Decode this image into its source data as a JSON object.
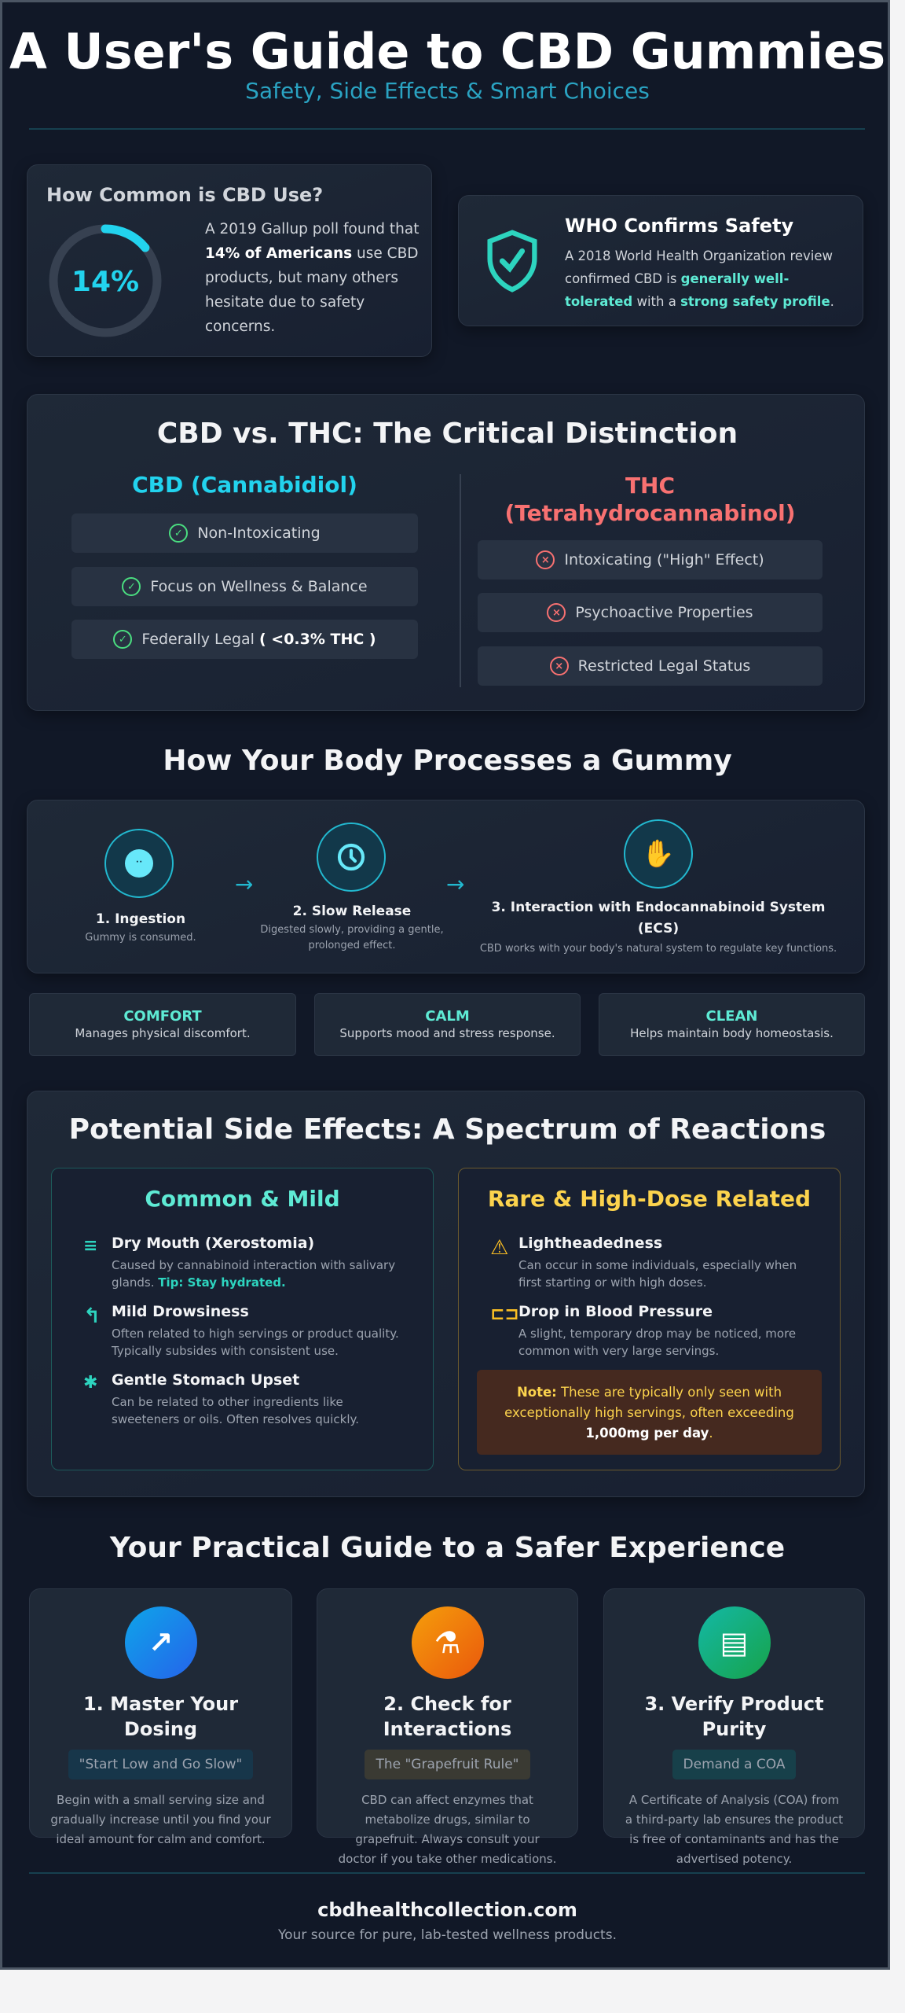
{
  "header": {
    "title": "A User's Guide to CBD Gummies",
    "subtitle": "Safety, Side Effects & Smart Choices"
  },
  "usage": {
    "heading": "How Common is CBD Use?",
    "percent": 14,
    "percent_label": "14%",
    "text_pre": "A 2019 Gallup poll found that ",
    "text_bold": "14% of Americans",
    "text_post": " use CBD products, but many others hesitate due to safety concerns."
  },
  "who": {
    "icon": "shield-check-icon",
    "heading": "WHO Confirms Safety",
    "text_pre": "A 2018 World Health Organization review confirmed CBD is ",
    "hl1": "generally well-tolerated",
    "text_mid": " with a ",
    "hl2": "strong safety profile",
    "text_post": "."
  },
  "compare": {
    "title": "CBD vs. THC: The Critical Distinction",
    "cbd": {
      "heading": "CBD (Cannabidiol)",
      "items": [
        "Non-Intoxicating",
        "Focus on Wellness & Balance",
        "Federally Legal"
      ],
      "legal_note": "( <0.3% THC )"
    },
    "thc": {
      "heading_line1": "THC",
      "heading_line2": "(Tetrahydrocannabinol)",
      "items": [
        "Intoxicating (\"High\" Effect)",
        "Psychoactive Properties",
        "Restricted Legal Status"
      ]
    }
  },
  "process": {
    "title": "How Your Body Processes a Gummy",
    "steps": [
      {
        "icon": "gummy-face-icon",
        "label": "1. Ingestion",
        "desc": "Gummy is consumed."
      },
      {
        "icon": "clock-icon",
        "label": "2. Slow Release",
        "desc": "Digested slowly, providing a gentle, prolonged effect."
      },
      {
        "icon": "hand-icon",
        "label": "3. Interaction with Endocannabinoid System (ECS)",
        "desc": "CBD works with your body's natural system to regulate key functions."
      }
    ],
    "benefits": [
      {
        "title": "COMFORT",
        "desc": "Manages physical discomfort."
      },
      {
        "title": "CALM",
        "desc": "Supports mood and stress response."
      },
      {
        "title": "CLEAN",
        "desc": "Helps maintain body homeostasis."
      }
    ]
  },
  "side_effects": {
    "title": "Potential Side Effects: A Spectrum of Reactions",
    "common": {
      "heading": "Common & Mild",
      "items": [
        {
          "icon": "droplet-lines-icon",
          "title": "Dry Mouth (Xerostomia)",
          "desc": "Caused by cannabinoid interaction with salivary glands. ",
          "tip": "Tip: Stay hydrated."
        },
        {
          "icon": "undo-arrow-icon",
          "title": "Mild Drowsiness",
          "desc": "Often related to high servings or product quality. Typically subsides with consistent use."
        },
        {
          "icon": "stomach-icon",
          "title": "Gentle Stomach Upset",
          "desc": "Can be related to other ingredients like sweeteners or oils. Often resolves quickly."
        }
      ]
    },
    "rare": {
      "heading": "Rare & High-Dose Related",
      "items": [
        {
          "icon": "warning-triangle-icon",
          "title": "Lightheadedness",
          "desc": "Can occur in some individuals, especially when first starting or with high doses."
        },
        {
          "icon": "blood-pressure-icon",
          "title": "Drop in Blood Pressure",
          "desc": "A slight, temporary drop may be noticed, more common with very large servings."
        }
      ],
      "note_label": "Note:",
      "note_text": " These are typically only seen with exceptionally high servings, often exceeding ",
      "note_bold": "1,000mg per day",
      "note_end": "."
    }
  },
  "guide": {
    "title": "Your Practical Guide to a Safer Experience",
    "tips": [
      {
        "icon": "trending-up-icon",
        "title": "1. Master Your Dosing",
        "pill": "\"Start Low and Go Slow\"",
        "desc": "Begin with a small serving size and gradually increase until you find your ideal amount for calm and comfort."
      },
      {
        "icon": "grapefruit-icon",
        "title": "2. Check for Interactions",
        "pill": "The \"Grapefruit Rule\"",
        "desc": "CBD can affect enzymes that metabolize drugs, similar to grapefruit. Always consult your doctor if you take other medications."
      },
      {
        "icon": "document-icon",
        "title": "3. Verify Product Purity",
        "pill": "Demand a COA",
        "desc": "A Certificate of Analysis (COA) from a third-party lab ensures the product is free of contaminants and has the advertised potency."
      }
    ]
  },
  "footer": {
    "site": "cbdhealthcollection.com",
    "tagline": "Your source for pure, lab-tested wellness products."
  },
  "colors": {
    "background": "#111827",
    "cyan": "#22d3ee",
    "teal": "#5eead4",
    "red": "#f87171",
    "yellow": "#fcd34d",
    "green": "#4ade80"
  }
}
